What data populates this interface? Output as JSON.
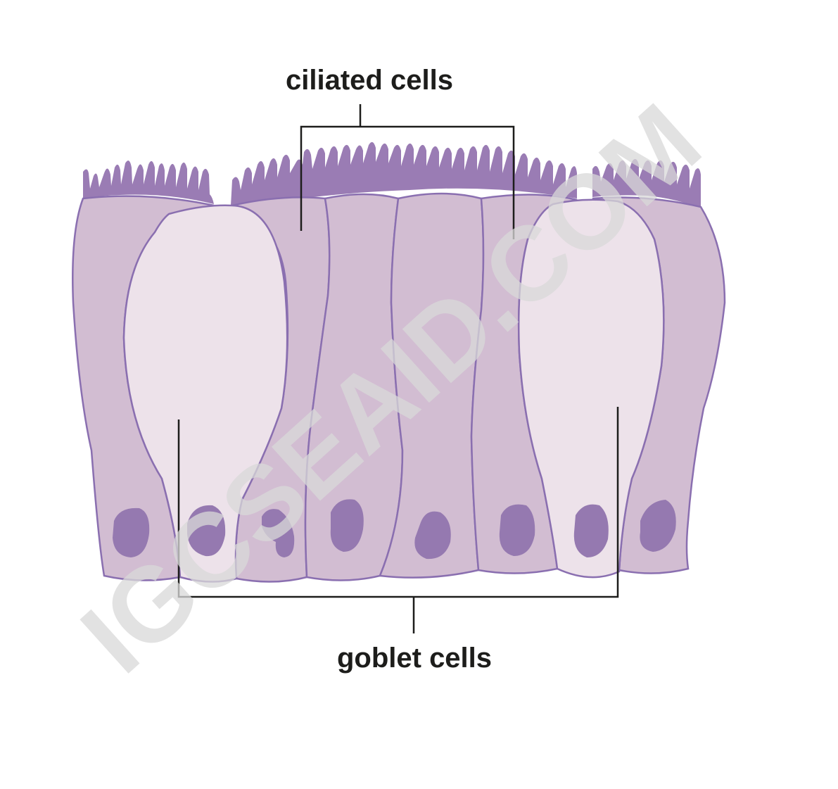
{
  "diagram": {
    "labels": {
      "top": "ciliated cells",
      "bottom": "goblet cells"
    },
    "watermark": "IGCSEAID.COM",
    "colors": {
      "cell_fill": "#d2bdd2",
      "cell_stroke": "#8a6fb0",
      "goblet_fill": "#ede2ea",
      "cilia": "#9a7cb4",
      "nucleus": "#9579b0",
      "label_line": "#1d1d1b"
    }
  }
}
